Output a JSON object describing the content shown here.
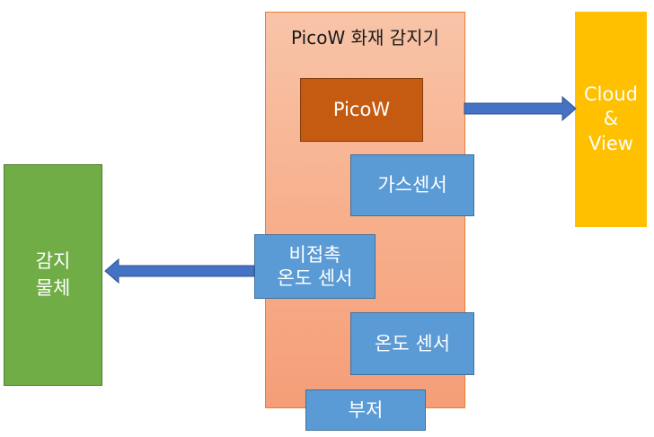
{
  "main_box": {
    "title": "PicoW 화재 감지기"
  },
  "picow": {
    "label": "PicoW"
  },
  "gas_sensor": {
    "label": "가스센서"
  },
  "ir_sensor": {
    "line1": "비접촉",
    "line2": "온도 센서"
  },
  "temp_sensor": {
    "label": "온도 센서"
  },
  "buzzer": {
    "label": "부저"
  },
  "cloud": {
    "line1": "Cloud",
    "line2": "&",
    "line3": "View"
  },
  "target": {
    "line1": "감지",
    "line2": "물체"
  },
  "colors": {
    "main_fill": "#f7b08d",
    "picow_fill": "#c55a11",
    "sensor_fill": "#5b9bd5",
    "cloud_fill": "#ffc000",
    "object_fill": "#70ad47",
    "arrow_fill": "#4472c4"
  }
}
